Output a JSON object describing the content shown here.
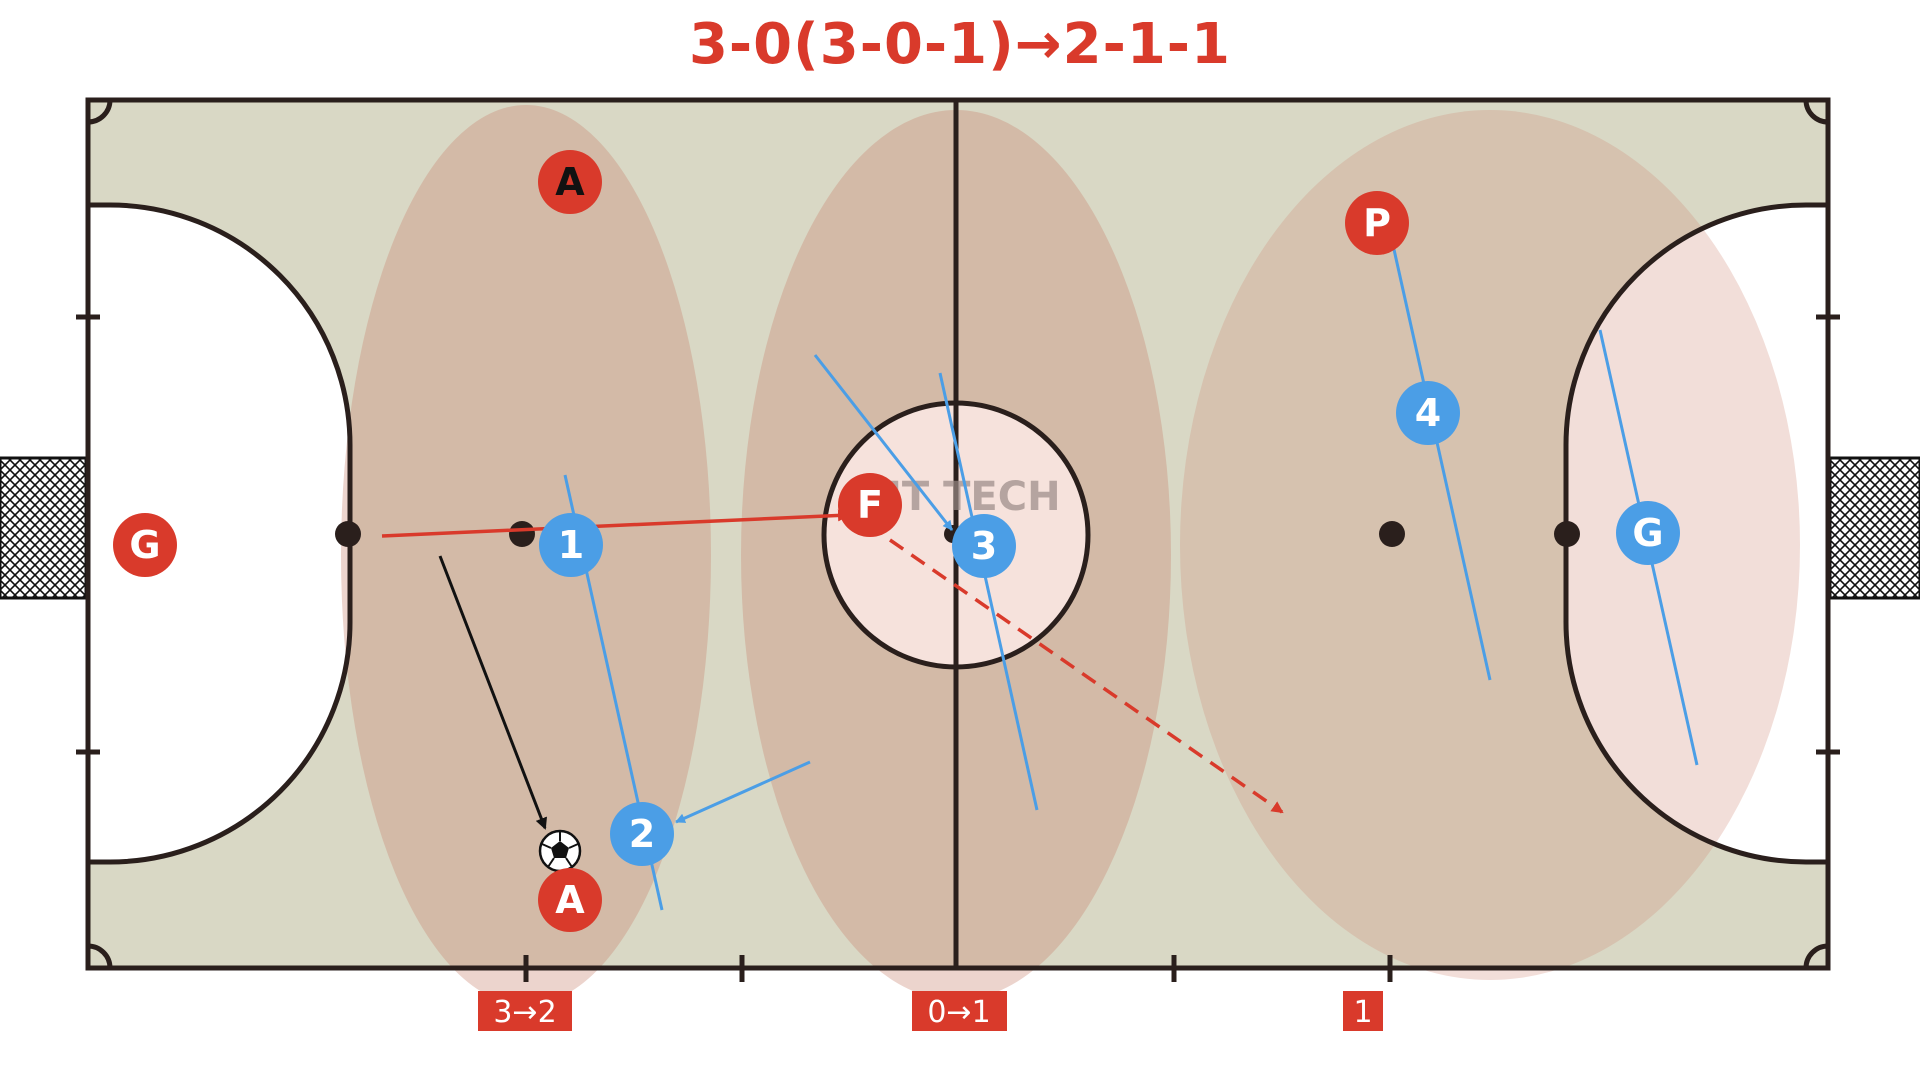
{
  "title": "3-0(3-0-1)→2-1-1",
  "watermark": "UT TECH",
  "colors": {
    "attack_team": "#d93a2b",
    "defend_team": "#4b9ee6",
    "court": "#d9d8c5",
    "zone": "#d59f92",
    "lines": "#2a1f1c"
  },
  "zone_labels": [
    "3→2",
    "0→1",
    "1"
  ],
  "attackers": [
    {
      "id": "att-goalkeeper",
      "label": "G"
    },
    {
      "id": "att-a-top",
      "label": "A"
    },
    {
      "id": "att-a-bottom",
      "label": "A"
    },
    {
      "id": "att-f",
      "label": "F"
    },
    {
      "id": "att-p",
      "label": "P"
    }
  ],
  "defenders": [
    {
      "id": "def-1",
      "label": "1"
    },
    {
      "id": "def-2",
      "label": "2"
    },
    {
      "id": "def-3",
      "label": "3"
    },
    {
      "id": "def-4",
      "label": "4"
    },
    {
      "id": "def-goalkeeper",
      "label": "G"
    }
  ],
  "ball_icon": "soccer-ball-icon"
}
